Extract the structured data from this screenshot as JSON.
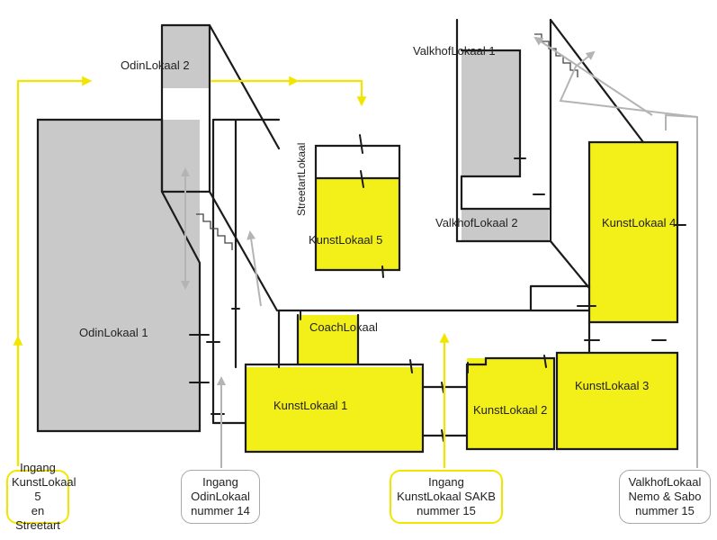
{
  "colors": {
    "yellow": "#f3ef18",
    "gray": "#c9c9c9",
    "wall": "#1b1b1b",
    "path_yellow": "#f2e600",
    "path_gray": "#b4b4b4"
  },
  "rooms": {
    "odin1": "OdinLokaal 1",
    "odin2": "OdinLokaal 2",
    "streetart": "StreetartLokaal",
    "kunst5": "KunstLokaal 5",
    "coach": "CoachLokaal",
    "kunst1": "KunstLokaal  1",
    "kunst2": "KunstLokaal  2",
    "kunst3": "KunstLokaal  3",
    "kunst4": "KunstLokaal  4",
    "valkhof1": "ValkhofLokaal 1",
    "valkhof2": "ValkhofLokaal 2"
  },
  "entrances": [
    {
      "lines": [
        "Ingang",
        "KunstLokaal 5",
        "en Streetart"
      ],
      "style": "yellow",
      "icon": "entrance-arrow-icon"
    },
    {
      "lines": [
        "Ingang",
        "OdinLokaal",
        "nummer 14"
      ],
      "style": "gray",
      "icon": "entrance-arrow-icon"
    },
    {
      "lines": [
        "Ingang",
        "KunstLokaal SAKB",
        "nummer 15"
      ],
      "style": "yellow",
      "icon": "entrance-arrow-icon"
    },
    {
      "lines": [
        "ValkhofLokaal",
        "Nemo & Sabo",
        "nummer 15"
      ],
      "style": "gray",
      "icon": "entrance-arrow-icon"
    }
  ]
}
